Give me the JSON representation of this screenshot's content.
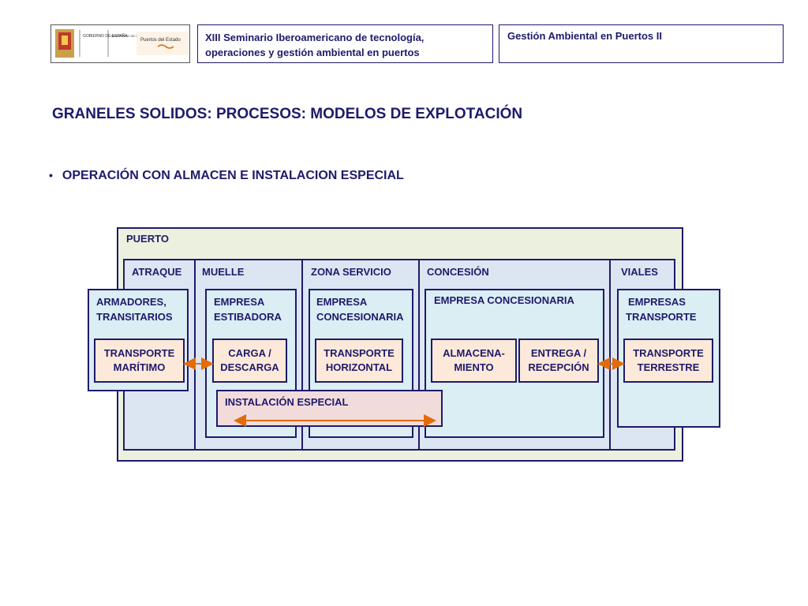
{
  "header": {
    "logo_text": [
      "GOBIERNO DE ESPAÑA",
      "MINISTERIO DE FOMENTO",
      "Puertos del Estado"
    ],
    "seminar_line1": "XIII Seminario Iberoamericano de tecnología,",
    "seminar_line2": "operaciones y gestión ambiental en puertos",
    "course": "Gestión Ambiental en Puertos II"
  },
  "title": {
    "part1": "GRANELES SOLIDOS:",
    "part2": " PROCESOS: MODELOS DE EXPLOTACIÓN"
  },
  "bullet": "OPERACIÓN CON ALMACEN E INSTALACION ESPECIAL",
  "diagram": {
    "puerto": "PUERTO",
    "columns": {
      "atraque": "ATRAQUE",
      "muelle": "MUELLE",
      "zona_servicio": "ZONA SERVICIO",
      "concesion": "CONCESIÓN",
      "viales": "VIALES"
    },
    "actors": {
      "armadores_1": "ARMADORES,",
      "armadores_2": "TRANSITARIOS",
      "estibadora_1": "EMPRESA",
      "estibadora_2": "ESTIBADORA",
      "concesionaria_1": "EMPRESA",
      "concesionaria_2": "CONCESIONARIA",
      "concesionaria_big": "EMPRESA CONCESIONARIA",
      "transporte_1": "EMPRESAS",
      "transporte_2": "TRANSPORTE"
    },
    "processes": {
      "maritimo_1": "TRANSPORTE",
      "maritimo_2": "MARÍTIMO",
      "carga_1": "CARGA /",
      "carga_2": "DESCARGA",
      "horizontal_1": "TRANSPORTE",
      "horizontal_2": "HORIZONTAL",
      "almacen_1": "ALMACENA-",
      "almacen_2": "MIENTO",
      "entrega_1": "ENTREGA /",
      "entrega_2": "RECEPCIÓN",
      "terrestre_1": "TRANSPORTE",
      "terrestre_2": "TERRESTRE"
    },
    "instalacion": "INSTALACIÓN ESPECIAL",
    "colors": {
      "border": "#1f1a6b",
      "puerto_bg": "#ebf1de",
      "column_bg": "#dce6f2",
      "actor_bg": "#daeef3",
      "process_bg": "#fde9d9",
      "special_bg": "#f2dcdb",
      "arrow": "#e36c09"
    }
  }
}
